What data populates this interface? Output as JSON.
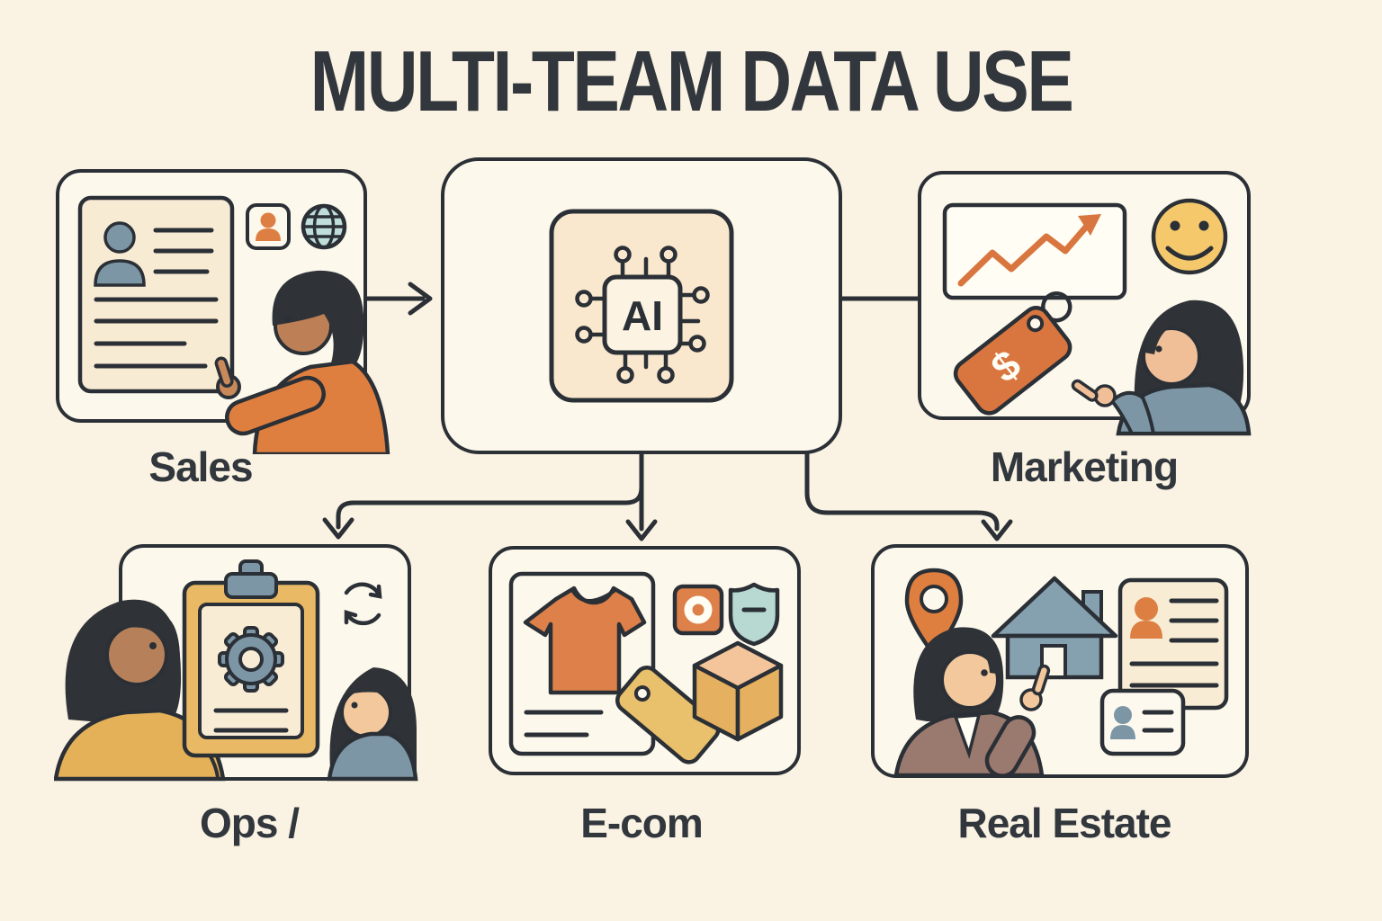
{
  "title": "MULTI-TEAM DATA USE",
  "ai_hub": {
    "chip_label": "AI",
    "icon": "ai-chip"
  },
  "teams": {
    "sales": {
      "label": "Sales",
      "icons": [
        "customer-profile-document",
        "contact-badge",
        "globe",
        "salesperson-pointing"
      ]
    },
    "marketing": {
      "label": "Marketing",
      "tag_symbol": "$",
      "icons": [
        "growth-chart",
        "smiley-face",
        "price-tag",
        "marketer-pointing"
      ]
    },
    "ops": {
      "label": "Ops /",
      "icons": [
        "process-clipboard-with-gear",
        "refresh-cycle",
        "two-team-members"
      ]
    },
    "ecom": {
      "label": "E-com",
      "icons": [
        "product-card-tshirt",
        "product-badge",
        "shield",
        "price-tag",
        "shipping-box"
      ]
    },
    "real_estate": {
      "label": "Real Estate",
      "icons": [
        "location-pin",
        "house",
        "listing-document",
        "contact-card",
        "agent-pointing"
      ]
    }
  },
  "connections": [
    {
      "from": "Sales",
      "to": "AI",
      "arrow": true
    },
    {
      "from": "AI",
      "to": "Marketing",
      "arrow": false
    },
    {
      "from": "AI",
      "to": "Ops /",
      "arrow": true
    },
    {
      "from": "AI",
      "to": "E-com",
      "arrow": true
    },
    {
      "from": "AI",
      "to": "Real Estate",
      "arrow": true
    }
  ],
  "colors": {
    "background": "#FAF2E2",
    "box_fill": "#FDF8EC",
    "outline": "#2B3036",
    "text": "#31373D",
    "orange": "#DD7F42",
    "orange_deep": "#D9763F",
    "amber": "#E9B965",
    "tan_tag": "#E9C06C",
    "cube_face": "#E5B05F",
    "cube_top": "#F4C49A",
    "mustard": "#E4B158",
    "blue_grey": "#7C96A6",
    "house_blue": "#85A0AF",
    "light_blue": "#BFDEDA",
    "shield_blue": "#B8D8D2",
    "smiley_yellow": "#F5C96B",
    "cream_panel": "#F8ECD4",
    "chip_fill": "#FAE8CE",
    "hair": "#2F3338"
  }
}
